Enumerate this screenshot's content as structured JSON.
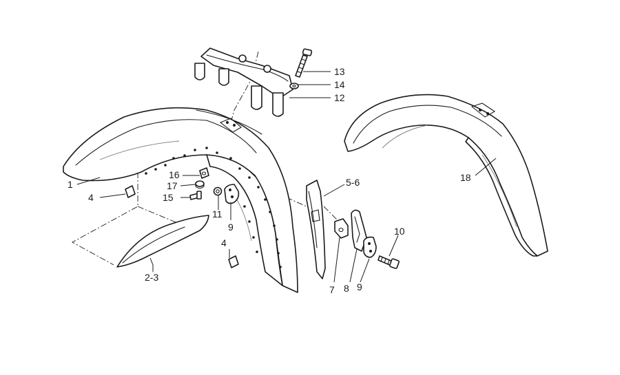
{
  "callouts": [
    {
      "id": "c1",
      "text": "1"
    },
    {
      "id": "c23",
      "text": "2-3"
    },
    {
      "id": "c4a",
      "text": "4"
    },
    {
      "id": "c4b",
      "text": "4"
    },
    {
      "id": "c56",
      "text": "5-6"
    },
    {
      "id": "c7",
      "text": "7"
    },
    {
      "id": "c8",
      "text": "8"
    },
    {
      "id": "c9a",
      "text": "9"
    },
    {
      "id": "c9b",
      "text": "9"
    },
    {
      "id": "c10",
      "text": "10"
    },
    {
      "id": "c11",
      "text": "11"
    },
    {
      "id": "c12",
      "text": "12"
    },
    {
      "id": "c13",
      "text": "13"
    },
    {
      "id": "c14",
      "text": "14"
    },
    {
      "id": "c15",
      "text": "15"
    },
    {
      "id": "c16",
      "text": "16"
    },
    {
      "id": "c17",
      "text": "17"
    },
    {
      "id": "c18",
      "text": "18"
    }
  ]
}
